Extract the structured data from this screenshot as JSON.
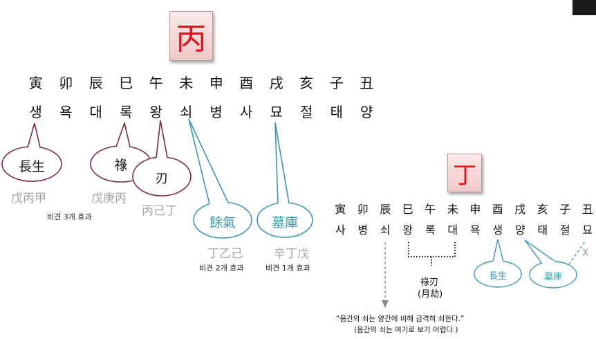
{
  "bing": {
    "stem": "丙",
    "branches": [
      "寅",
      "卯",
      "辰",
      "巳",
      "午",
      "未",
      "申",
      "酉",
      "戌",
      "亥",
      "子",
      "丑"
    ],
    "stages": [
      "생",
      "욕",
      "대",
      "록",
      "왕",
      "쇠",
      "병",
      "사",
      "묘",
      "절",
      "태",
      "양"
    ],
    "bubbles": {
      "changsheng": "長生",
      "lu": "祿",
      "ren": "刃",
      "yuqi": "餘氣",
      "muku": "墓庫"
    },
    "stems_changsheng": "戊丙甲",
    "stems_lu": "戊庚丙",
    "stems_ren": "丙己丁",
    "stems_yuqi": "丁乙己",
    "stems_muku": "辛丁戊",
    "note_3": "비견 3개 효과",
    "note_2": "비견 2개 효과",
    "note_1": "비견 1개 효과"
  },
  "ding": {
    "stem": "丁",
    "branches": [
      "寅",
      "卯",
      "辰",
      "巳",
      "午",
      "未",
      "申",
      "酉",
      "戌",
      "亥",
      "子",
      "丑"
    ],
    "stages": [
      "사",
      "병",
      "쇠",
      "왕",
      "록",
      "대",
      "욕",
      "생",
      "양",
      "태",
      "절",
      "묘"
    ],
    "lu_ren": "祿刃",
    "yuejie": "(月劫)",
    "bubble_changsheng": "長生",
    "bubble_muku": "墓庫",
    "x_mark": "X",
    "quote_line1": "“음간의 쇠는 양간에 비해 급격히 쇠한다.”",
    "quote_line2": "(음간의 쇠는 여기로 보기 어렵다.)"
  },
  "colors": {
    "stem_red": "#e0141c",
    "bubble_dark": "#7a2a35",
    "bubble_teal": "#3a97b3",
    "gray_text": "#a6a6a6"
  }
}
